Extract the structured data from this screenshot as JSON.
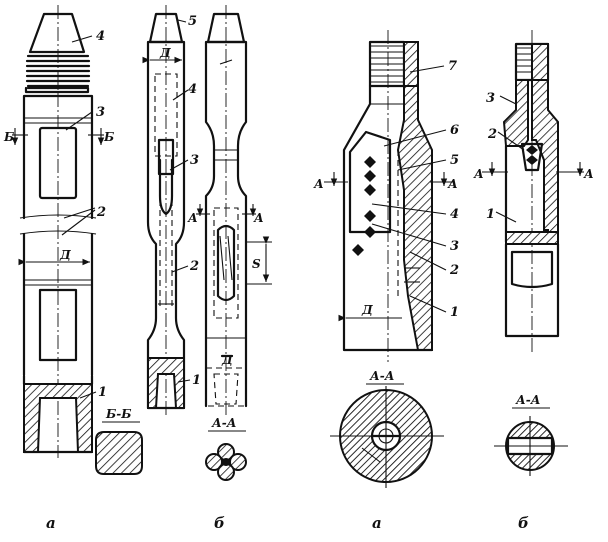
{
  "figure": {
    "left": {
      "part_a": {
        "callouts": [
          "4",
          "3",
          "2",
          "1"
        ],
        "section_marks": [
          "Б",
          "Б"
        ],
        "dimension": "Д",
        "section_title": "Б-Б",
        "caption": "а"
      },
      "part_b": {
        "callouts": [
          "5",
          "4",
          "3",
          "2",
          "1"
        ],
        "section_marks": [
          "А",
          "А"
        ],
        "dimension": "Д",
        "dimension_length": "S",
        "section_title": "А-А",
        "caption": "б"
      }
    },
    "right": {
      "part_a": {
        "callouts": [
          "7",
          "6",
          "5",
          "4",
          "3",
          "2",
          "1"
        ],
        "section_marks": [
          "А",
          "А"
        ],
        "dimension": "Д",
        "section_title": "А-А",
        "caption": "а"
      },
      "part_b": {
        "callouts": [
          "3",
          "2",
          "1"
        ],
        "section_marks": [
          "А",
          "А"
        ],
        "section_title": "А-А",
        "caption": "б"
      }
    }
  }
}
